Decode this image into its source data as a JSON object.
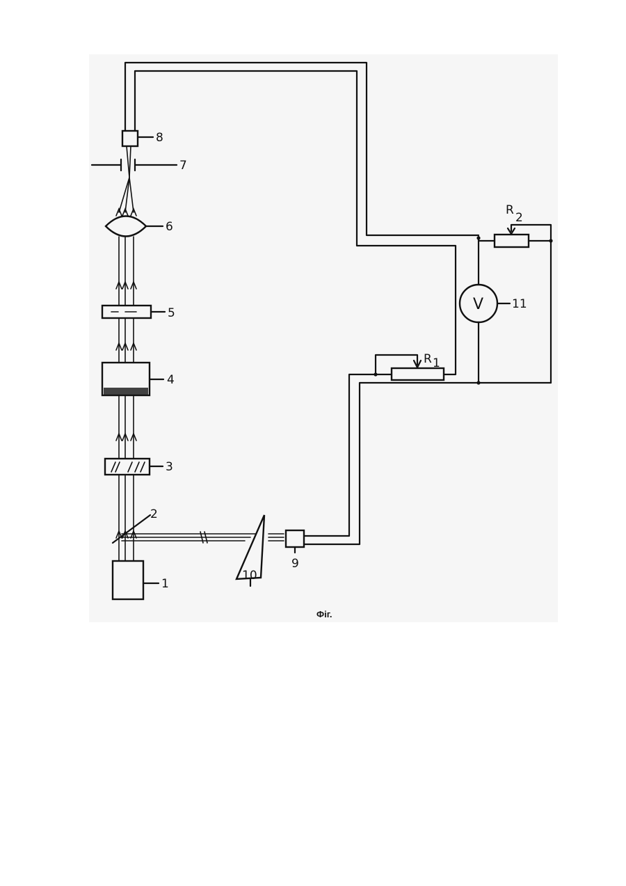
{
  "figure": {
    "caption": "Фіг.",
    "labels": {
      "n1": "1",
      "n2": "2",
      "n3": "3",
      "n4": "4",
      "n5": "5",
      "n6": "6",
      "n7": "7",
      "n8": "8",
      "n9": "9",
      "n10": "10",
      "n11": "11",
      "r1": "R",
      "r1_sub": "1",
      "r2": "R",
      "r2_sub": "2",
      "voltmeter": "V"
    }
  }
}
